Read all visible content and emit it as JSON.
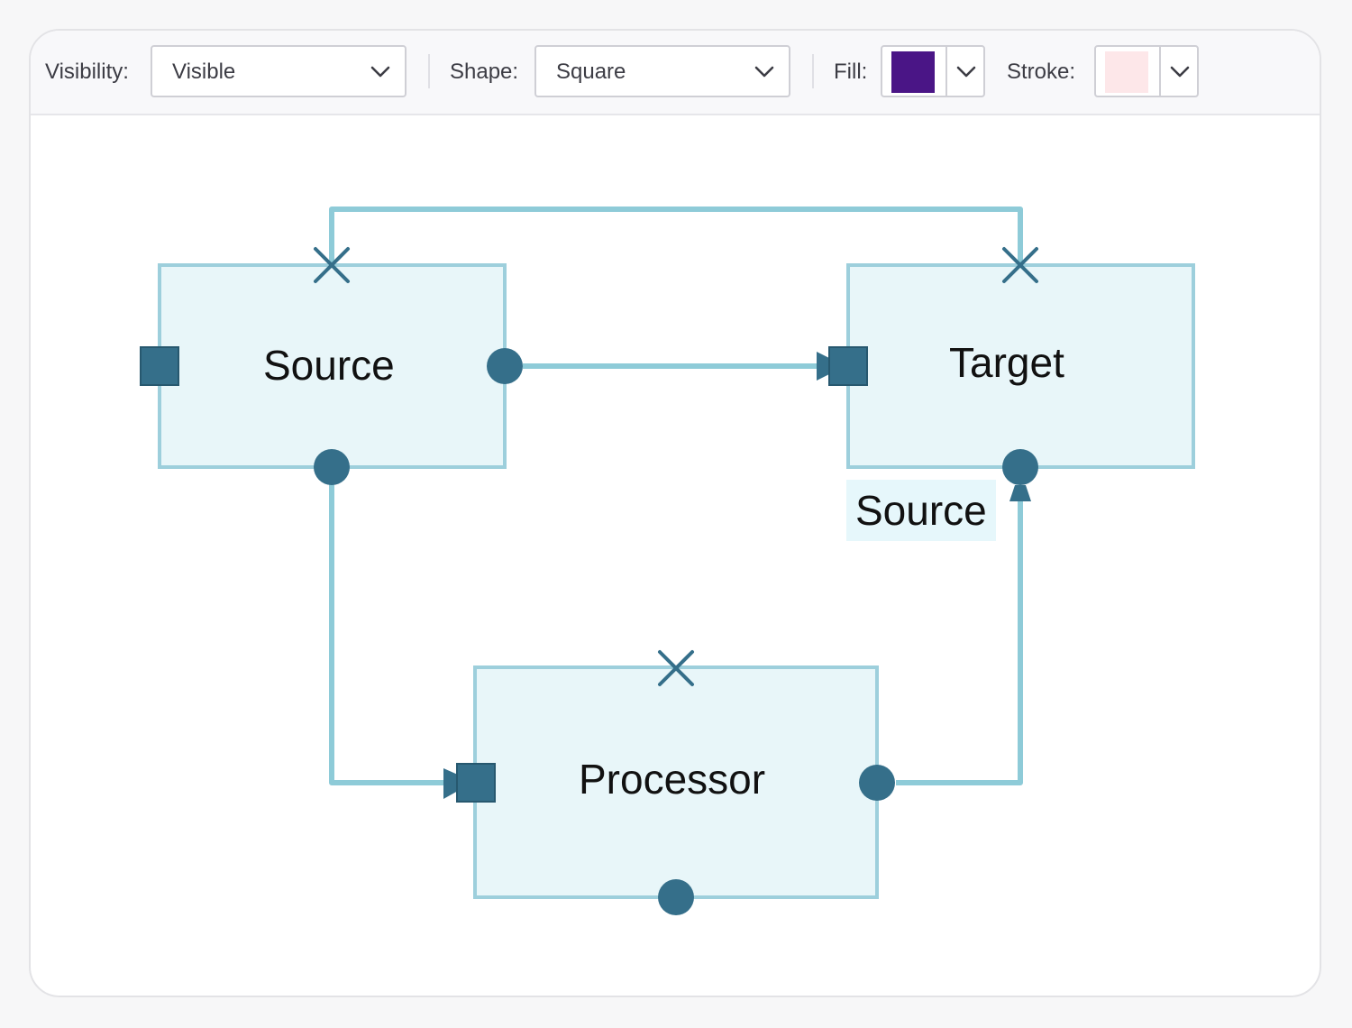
{
  "toolbar": {
    "visibility_label": "Visibility:",
    "visibility_value": "Visible",
    "shape_label": "Shape:",
    "shape_value": "Square",
    "fill_label": "Fill:",
    "fill_color": "#4a1586",
    "stroke_label": "Stroke:",
    "stroke_color": "#fde7e9"
  },
  "diagram": {
    "nodes": {
      "source": "Source",
      "target": "Target",
      "processor": "Processor"
    },
    "connector_label": "Source"
  },
  "colors": {
    "node_fill": "#e8f6f9",
    "node_border": "#9dcfdc",
    "connector": "#8ecbd8",
    "port": "#356f8a"
  }
}
